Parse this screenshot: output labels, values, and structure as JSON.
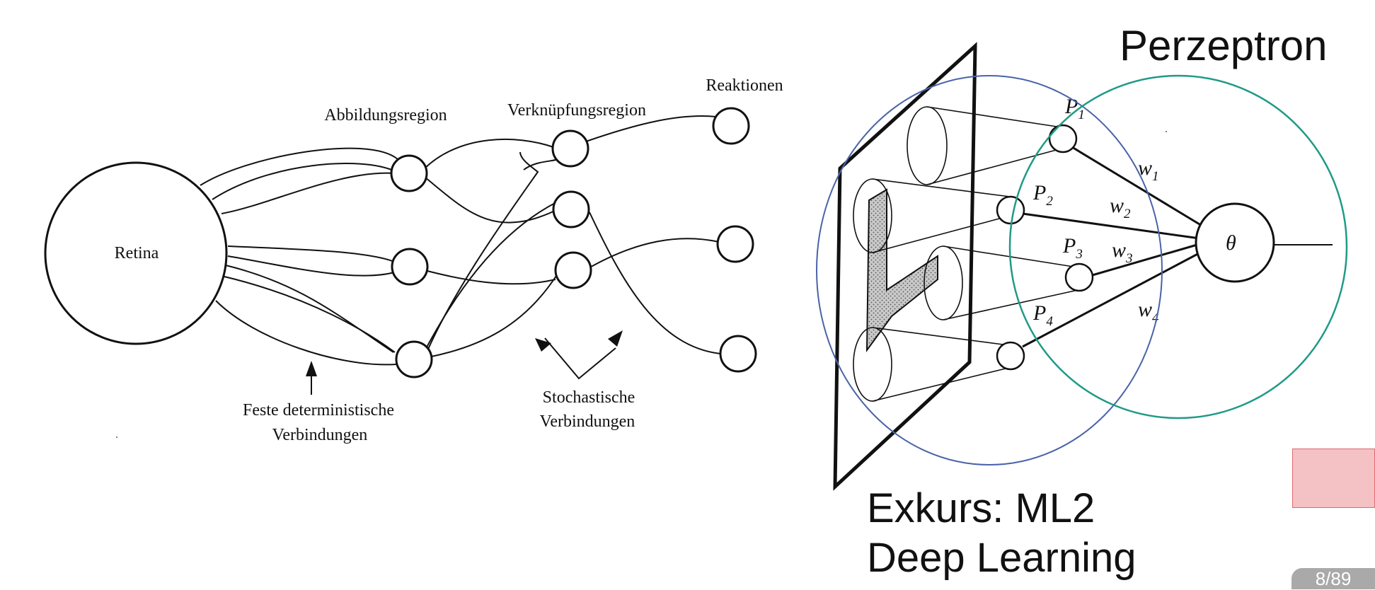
{
  "slide": {
    "title": "Perzeptron",
    "subtitle_line1": "Exkurs: ML2",
    "subtitle_line2": "Deep Learning",
    "page_counter": "8/89"
  },
  "left_diagram": {
    "retina": "Retina",
    "abbildungsregion": "Abbildungsregion",
    "verknuepfungsregion": "Verknüpfungsregion",
    "reaktionen": "Reaktionen",
    "feste_line1": "Feste deterministische",
    "feste_line2": "Verbindungen",
    "stochastische_line1": "Stochastische",
    "stochastische_line2": "Verbindungen"
  },
  "right_diagram": {
    "inputs": [
      {
        "symbol": "P",
        "index": "1"
      },
      {
        "symbol": "P",
        "index": "2"
      },
      {
        "symbol": "P",
        "index": "3"
      },
      {
        "symbol": "P",
        "index": "4"
      }
    ],
    "weights": [
      {
        "symbol": "w",
        "index": "1"
      },
      {
        "symbol": "w",
        "index": "2"
      },
      {
        "symbol": "w",
        "index": "3"
      },
      {
        "symbol": "w",
        "index": "4"
      }
    ],
    "threshold": "θ"
  },
  "colors": {
    "blue_circle": "#4a63a8",
    "teal_circle": "#1f9a86",
    "pink_box": "#f4c1c4",
    "counter_bg": "#a9a9a9"
  }
}
